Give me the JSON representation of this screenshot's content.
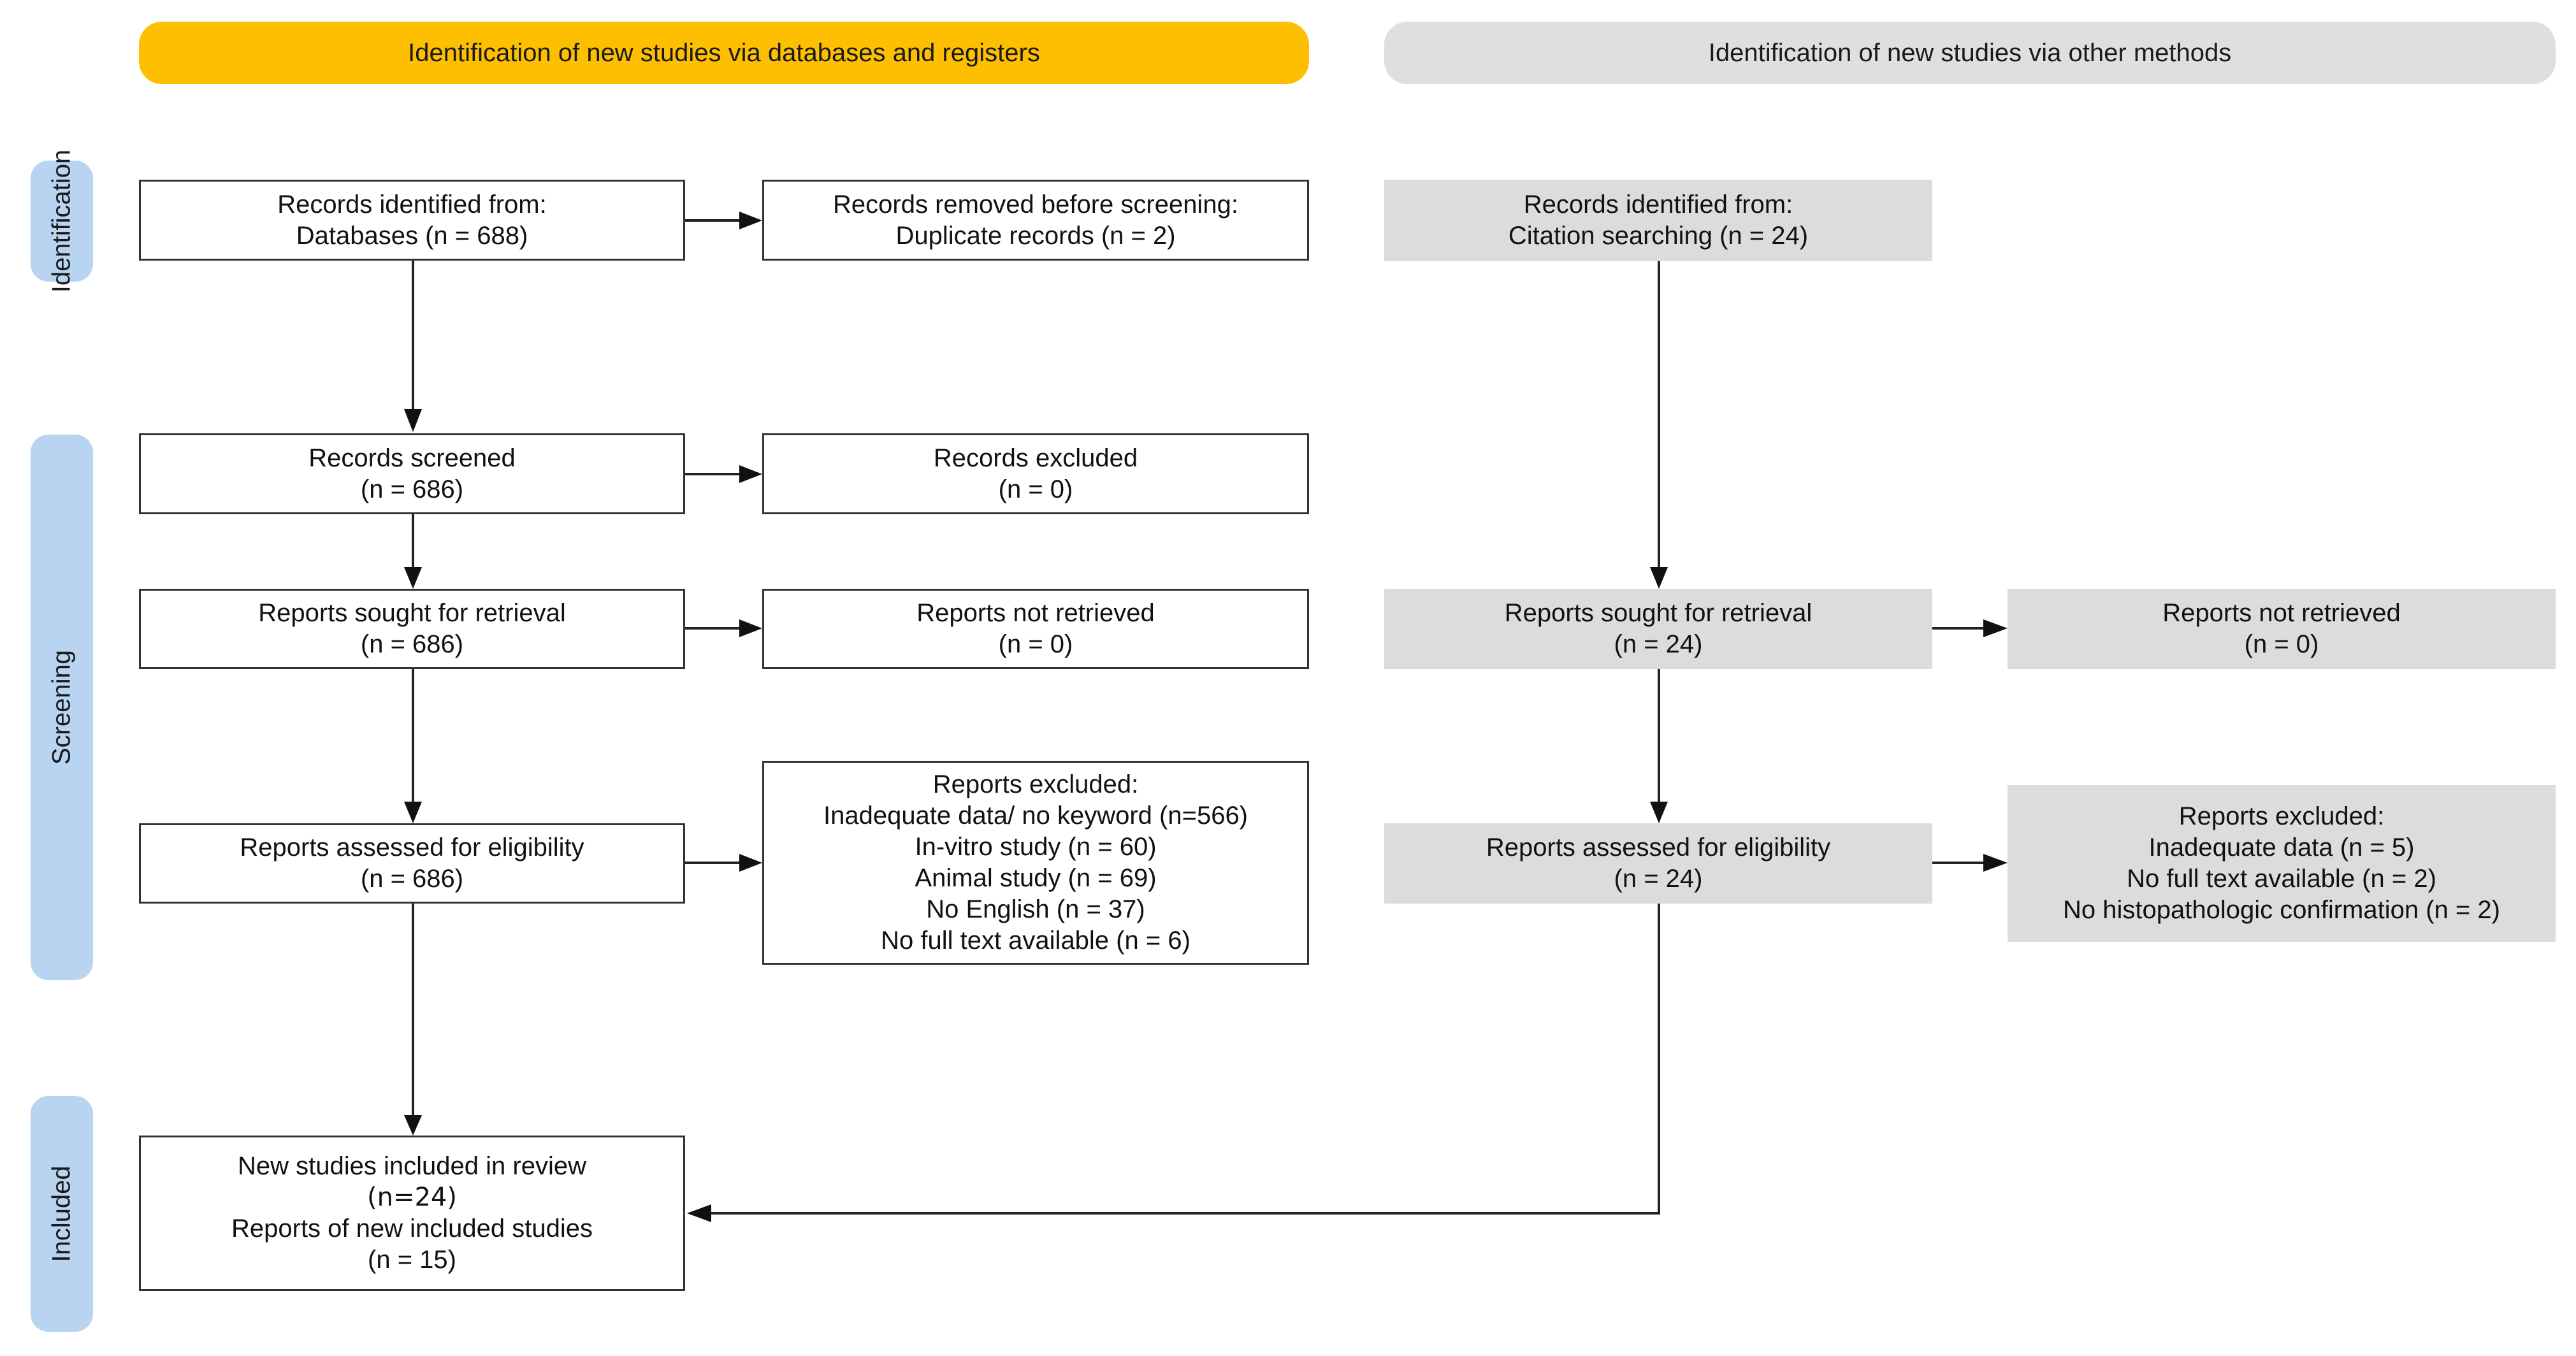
{
  "headers": {
    "databases": "Identification of new studies via databases and registers",
    "other": "Identification of new studies via other methods"
  },
  "phases": {
    "identification": "Identification",
    "screening": "Screening",
    "included": "Included"
  },
  "db": {
    "records_identified": [
      "Records identified from:",
      "Databases (n = 688)"
    ],
    "records_removed": [
      "Records removed before screening:",
      "Duplicate records (n = 2)"
    ],
    "records_screened": [
      "Records screened",
      "(n = 686)"
    ],
    "records_excluded": [
      "Records excluded",
      "(n = 0)"
    ],
    "reports_sought": [
      "Reports sought for retrieval",
      "(n = 686)"
    ],
    "reports_not_retrieved": [
      "Reports not retrieved",
      "(n = 0)"
    ],
    "reports_assessed": [
      "Reports assessed for eligibility",
      "(n = 686)"
    ],
    "reports_excluded": [
      "Reports excluded:",
      "Inadequate data/ no keyword  (n=566)",
      "In-vitro study  (n = 60)",
      "Animal study  (n = 69)",
      "No English  (n = 37)",
      "No full text available  (n = 6)"
    ],
    "included": [
      "New studies included in review",
      "(n=24)",
      "Reports of new included studies",
      "(n = 15)"
    ]
  },
  "other": {
    "records_identified": [
      "Records identified from:",
      "Citation searching (n = 24)"
    ],
    "reports_sought": [
      "Reports sought for retrieval",
      "(n = 24)"
    ],
    "reports_not_retrieved": [
      "Reports not retrieved",
      "(n = 0)"
    ],
    "reports_assessed": [
      "Reports assessed for eligibility",
      "(n = 24)"
    ],
    "reports_excluded": [
      "Reports excluded:",
      "Inadequate data (n = 5)",
      "No full text available (n = 2)",
      "No histopathologic confirmation (n = 2)"
    ]
  },
  "colors": {
    "db_header": "#fdbf00",
    "other_header": "#dfdfdf",
    "phase_band": "#b8d4f0",
    "grey_box": "#dcdcdc"
  }
}
